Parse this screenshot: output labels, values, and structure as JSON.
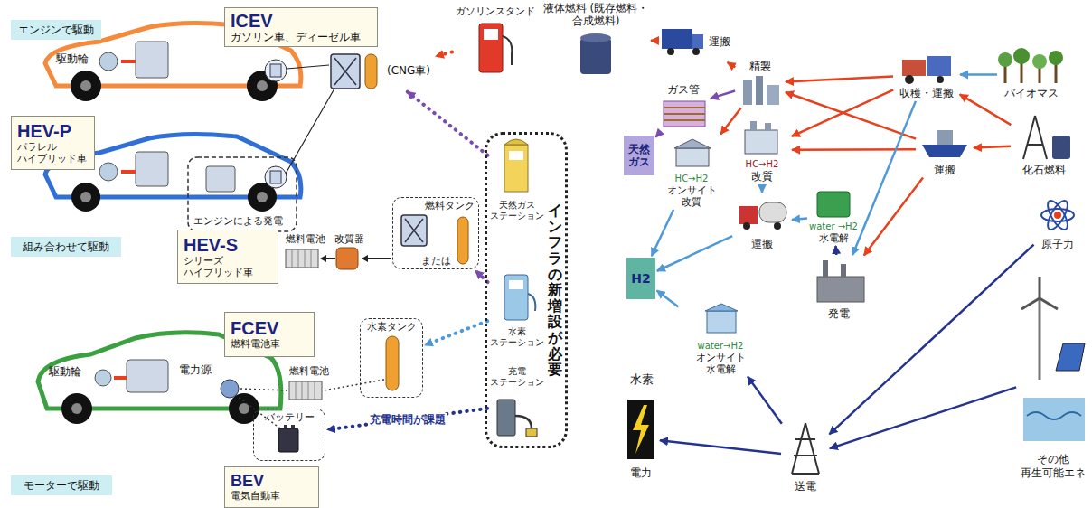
{
  "diagram": {
    "nodes": [
      {
        "text": [
          "エンジンで駆動"
        ]
      },
      {
        "text": [
          "ICEV",
          "ガソリン車、ディーゼル車"
        ]
      },
      {
        "text": [
          "HEV-P",
          "パラレル ハイブリッド車"
        ]
      },
      {
        "text": [
          "組み合わせて駆動"
        ]
      },
      {
        "text": [
          "HEV-S",
          "シリーズ ハイブリッド車"
        ]
      },
      {
        "text": [
          "FCEV",
          "燃料電池車"
        ]
      },
      {
        "text": [
          "モーターで駆動"
        ]
      },
      {
        "text": [
          "BEV",
          "電気自動車"
        ]
      },
      {
        "text": [
          "(CNG車)"
        ]
      },
      {
        "text": [
          "燃料タンク",
          "または"
        ]
      },
      {
        "text": [
          "水素タンク"
        ]
      },
      {
        "text": [
          "バッテリー"
        ]
      },
      {
        "text": [
          "ガソリンスタンド"
        ]
      },
      {
        "text": [
          "インフラの新増設が必要"
        ]
      },
      {
        "text": [
          "天然ガス ステーション"
        ],
        "in": 13
      },
      {
        "text": [
          "水素 ステーション"
        ],
        "in": 13
      },
      {
        "text": [
          "充電 ステーション"
        ],
        "in": 13
      },
      {
        "text": [
          "液体燃料 (既存燃料・合成燃料)"
        ]
      },
      {
        "text": [
          "運搬"
        ]
      },
      {
        "text": [
          "精製"
        ]
      },
      {
        "text": [
          "ガス管"
        ]
      },
      {
        "text": [
          "天然 ガス"
        ]
      },
      {
        "text": [
          "HC→H2",
          "オンサイト 改質"
        ]
      },
      {
        "text": [
          "HC→H2",
          "改質"
        ]
      },
      {
        "text": [
          "H2"
        ]
      },
      {
        "text": [
          "運搬"
        ]
      },
      {
        "text": [
          "water →H2",
          "水電解"
        ]
      },
      {
        "text": [
          "water→H2",
          "オンサイト 水電解"
        ]
      },
      {
        "text": [
          "発電"
        ]
      },
      {
        "text": [
          "電力"
        ]
      },
      {
        "text": [
          "送電"
        ]
      },
      {
        "text": [
          "収穫・運搬"
        ]
      },
      {
        "text": [
          "運搬"
        ]
      },
      {
        "text": [
          "バイオマス"
        ]
      },
      {
        "text": [
          "化石燃料"
        ]
      },
      {
        "text": [
          "原子力"
        ]
      },
      {
        "text": [
          "その他 再生可能エネ"
        ]
      }
    ],
    "edges": [
      {
        "from": 12,
        "to": 8,
        "arrow": "to"
      },
      {
        "from": 14,
        "to": 8,
        "arrow": "to"
      },
      {
        "from": 15,
        "to": 9,
        "arrow": "to"
      },
      {
        "from": 15,
        "to": 10,
        "arrow": "to"
      },
      {
        "from": 16,
        "to": 11,
        "label": "充電時間が課題",
        "arrow": "to"
      },
      {
        "from": 33,
        "to": 31,
        "arrow": "to"
      },
      {
        "from": 34,
        "to": 31,
        "arrow": "to"
      },
      {
        "from": 34,
        "to": 32,
        "arrow": "to"
      },
      {
        "from": 31,
        "to": 19,
        "arrow": "to"
      },
      {
        "from": 32,
        "to": 19,
        "arrow": "to"
      },
      {
        "from": 31,
        "to": 23,
        "arrow": "to"
      },
      {
        "from": 32,
        "to": 23,
        "arrow": "to"
      },
      {
        "from": 31,
        "to": 28,
        "arrow": "to"
      },
      {
        "from": 32,
        "to": 28,
        "arrow": "to"
      },
      {
        "from": 19,
        "to": 18,
        "arrow": "to"
      },
      {
        "from": 18,
        "to": 17,
        "arrow": "to"
      },
      {
        "from": 19,
        "to": 20,
        "arrow": "to"
      },
      {
        "from": 20,
        "to": 21,
        "arrow": "to"
      },
      {
        "from": 19,
        "to": 22,
        "arrow": "to"
      },
      {
        "from": 22,
        "to": 24,
        "arrow": "to"
      },
      {
        "from": 23,
        "to": 25,
        "arrow": "to"
      },
      {
        "from": 25,
        "to": 24,
        "arrow": "to"
      },
      {
        "from": 26,
        "to": 25,
        "arrow": "to"
      },
      {
        "from": 28,
        "to": 26,
        "arrow": "to"
      },
      {
        "from": 35,
        "to": 30,
        "arrow": "to"
      },
      {
        "from": 36,
        "to": 30,
        "arrow": "to"
      },
      {
        "from": 30,
        "to": 29,
        "arrow": "to"
      },
      {
        "from": 30,
        "to": 27,
        "arrow": "to"
      },
      {
        "from": 27,
        "to": 24,
        "arrow": "to"
      }
    ],
    "labels": [
      "駆動輪",
      "エンジンによる発電",
      "燃料電池",
      "改質器",
      "電力源",
      "駆動輪",
      "燃料電池",
      "水素"
    ]
  }
}
